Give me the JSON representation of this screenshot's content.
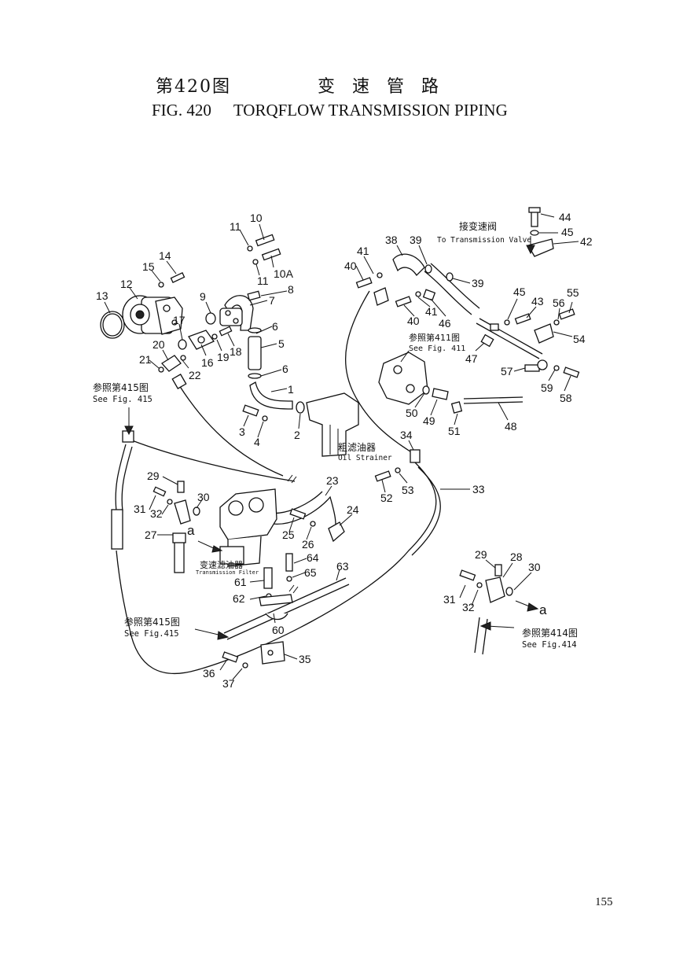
{
  "header": {
    "fig_cn": "第420图",
    "title_cn": "变速管路",
    "fig_en": "FIG. 420",
    "title_en": "TORQFLOW TRANSMISSION PIPING"
  },
  "notes": {
    "to_valve_cn": "接变速阀",
    "to_valve_en": "To Transmission Valve",
    "see411_cn": "参照第411图",
    "see411_en": "See Fig. 411",
    "see415_cn_a": "参照第415图",
    "see415_en_a": "See Fig. 415",
    "strainer_cn": "粗滤油器",
    "strainer_en": "Oil Strainer",
    "filter_cn": "变速滤油器",
    "filter_en": "Transmission Filter",
    "see415_cn_b": "参照第415图",
    "see415_en_b": "See Fig.415",
    "see414_cn": "参照第414图",
    "see414_en": "See Fig.414",
    "marker_a1": "a",
    "marker_a2": "a"
  },
  "callouts": [
    "10",
    "11",
    "11",
    "10A",
    "14",
    "15",
    "12",
    "13",
    "9",
    "8",
    "7",
    "17",
    "6",
    "5",
    "6",
    "20",
    "16",
    "19",
    "18",
    "21",
    "22",
    "1",
    "3",
    "4",
    "2",
    "38",
    "39",
    "41",
    "40",
    "39",
    "41",
    "40",
    "46",
    "45",
    "43",
    "56",
    "55",
    "54",
    "47",
    "57",
    "59",
    "58",
    "50",
    "49",
    "51",
    "48",
    "34",
    "52",
    "53",
    "33",
    "23",
    "24",
    "25",
    "26",
    "29",
    "31",
    "32",
    "30",
    "27",
    "64",
    "65",
    "63",
    "61",
    "62",
    "60",
    "35",
    "36",
    "37",
    "29",
    "28",
    "30",
    "31",
    "32",
    "44",
    "45",
    "42"
  ],
  "page_number": "155"
}
